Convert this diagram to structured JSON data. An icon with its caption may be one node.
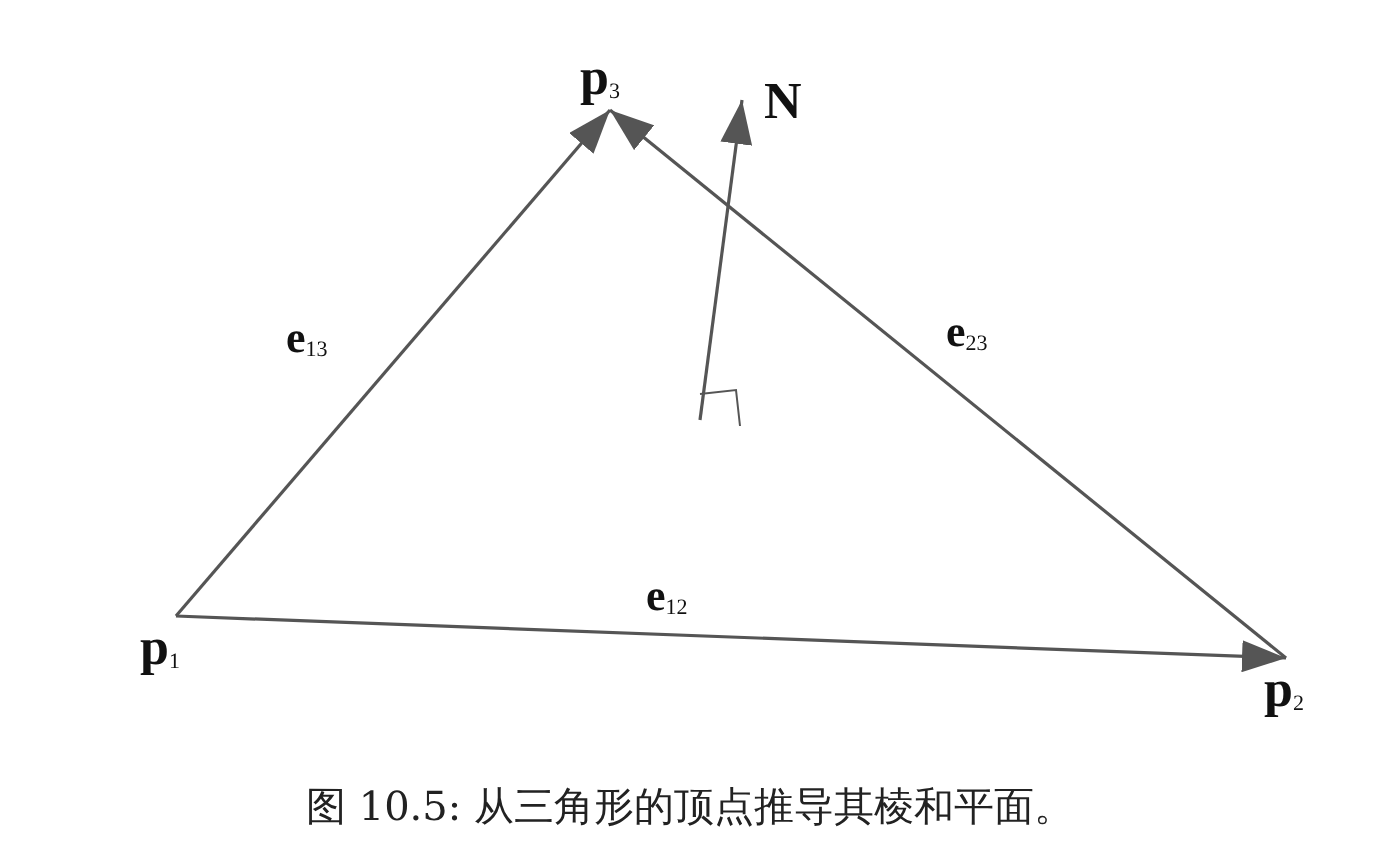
{
  "diagram": {
    "caption": "图 10.5: 从三角形的顶点推导其棱和平面。",
    "nodes": [
      {
        "text": [
          "p$_{3}$"
        ]
      },
      {
        "text": [
          "p$_{1}$"
        ]
      },
      {
        "text": [
          "p$_{2}$"
        ]
      }
    ],
    "edges": [
      {
        "from": 1,
        "to": 0,
        "arrow": "to",
        "label": "e$_{13}$"
      },
      {
        "from": 2,
        "to": 0,
        "arrow": "to",
        "label": "e$_{23}$"
      },
      {
        "from": 1,
        "to": 2,
        "arrow": "to",
        "label": "e$_{12}$"
      }
    ],
    "labels": [
      "N"
    ]
  }
}
